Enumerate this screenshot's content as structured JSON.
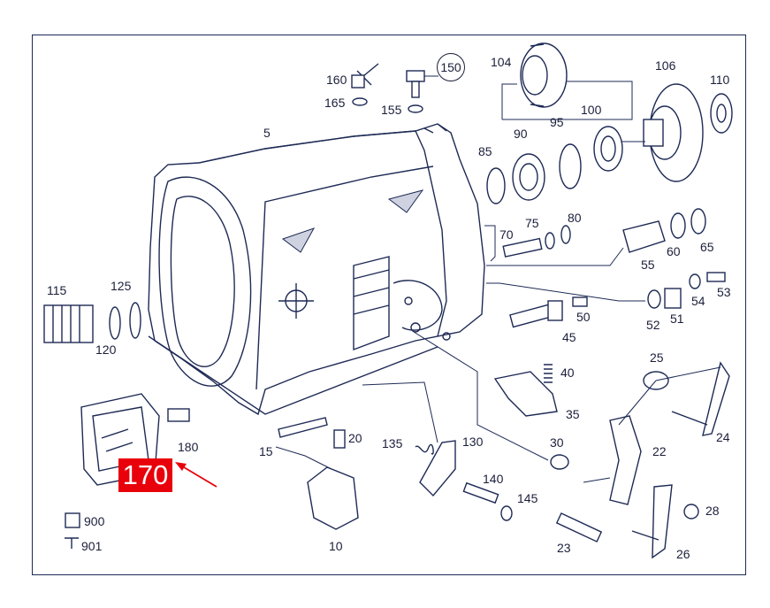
{
  "labels": {
    "l5": "5",
    "l10": "10",
    "l15": "15",
    "l20": "20",
    "l22": "22",
    "l23": "23",
    "l24": "24",
    "l25": "25",
    "l26": "26",
    "l28": "28",
    "l30": "30",
    "l35": "35",
    "l40": "40",
    "l45": "45",
    "l50": "50",
    "l51": "51",
    "l52": "52",
    "l53": "53",
    "l54": "54",
    "l55": "55",
    "l60": "60",
    "l65": "65",
    "l70": "70",
    "l75": "75",
    "l80": "80",
    "l85": "85",
    "l90": "90",
    "l95": "95",
    "l100": "100",
    "l104": "104",
    "l106": "106",
    "l110": "110",
    "l115": "115",
    "l120": "120",
    "l125": "125",
    "l130": "130",
    "l135": "135",
    "l140": "140",
    "l145": "145",
    "l150": "150",
    "l155": "155",
    "l160": "160",
    "l165": "165",
    "l180": "180",
    "l900": "900",
    "l901": "901"
  },
  "highlight": {
    "text": "170",
    "bg_color": "#e8000b",
    "text_color": "#ffffff"
  },
  "colors": {
    "ink": "#1e2a55",
    "arrow": "#e8000b"
  }
}
